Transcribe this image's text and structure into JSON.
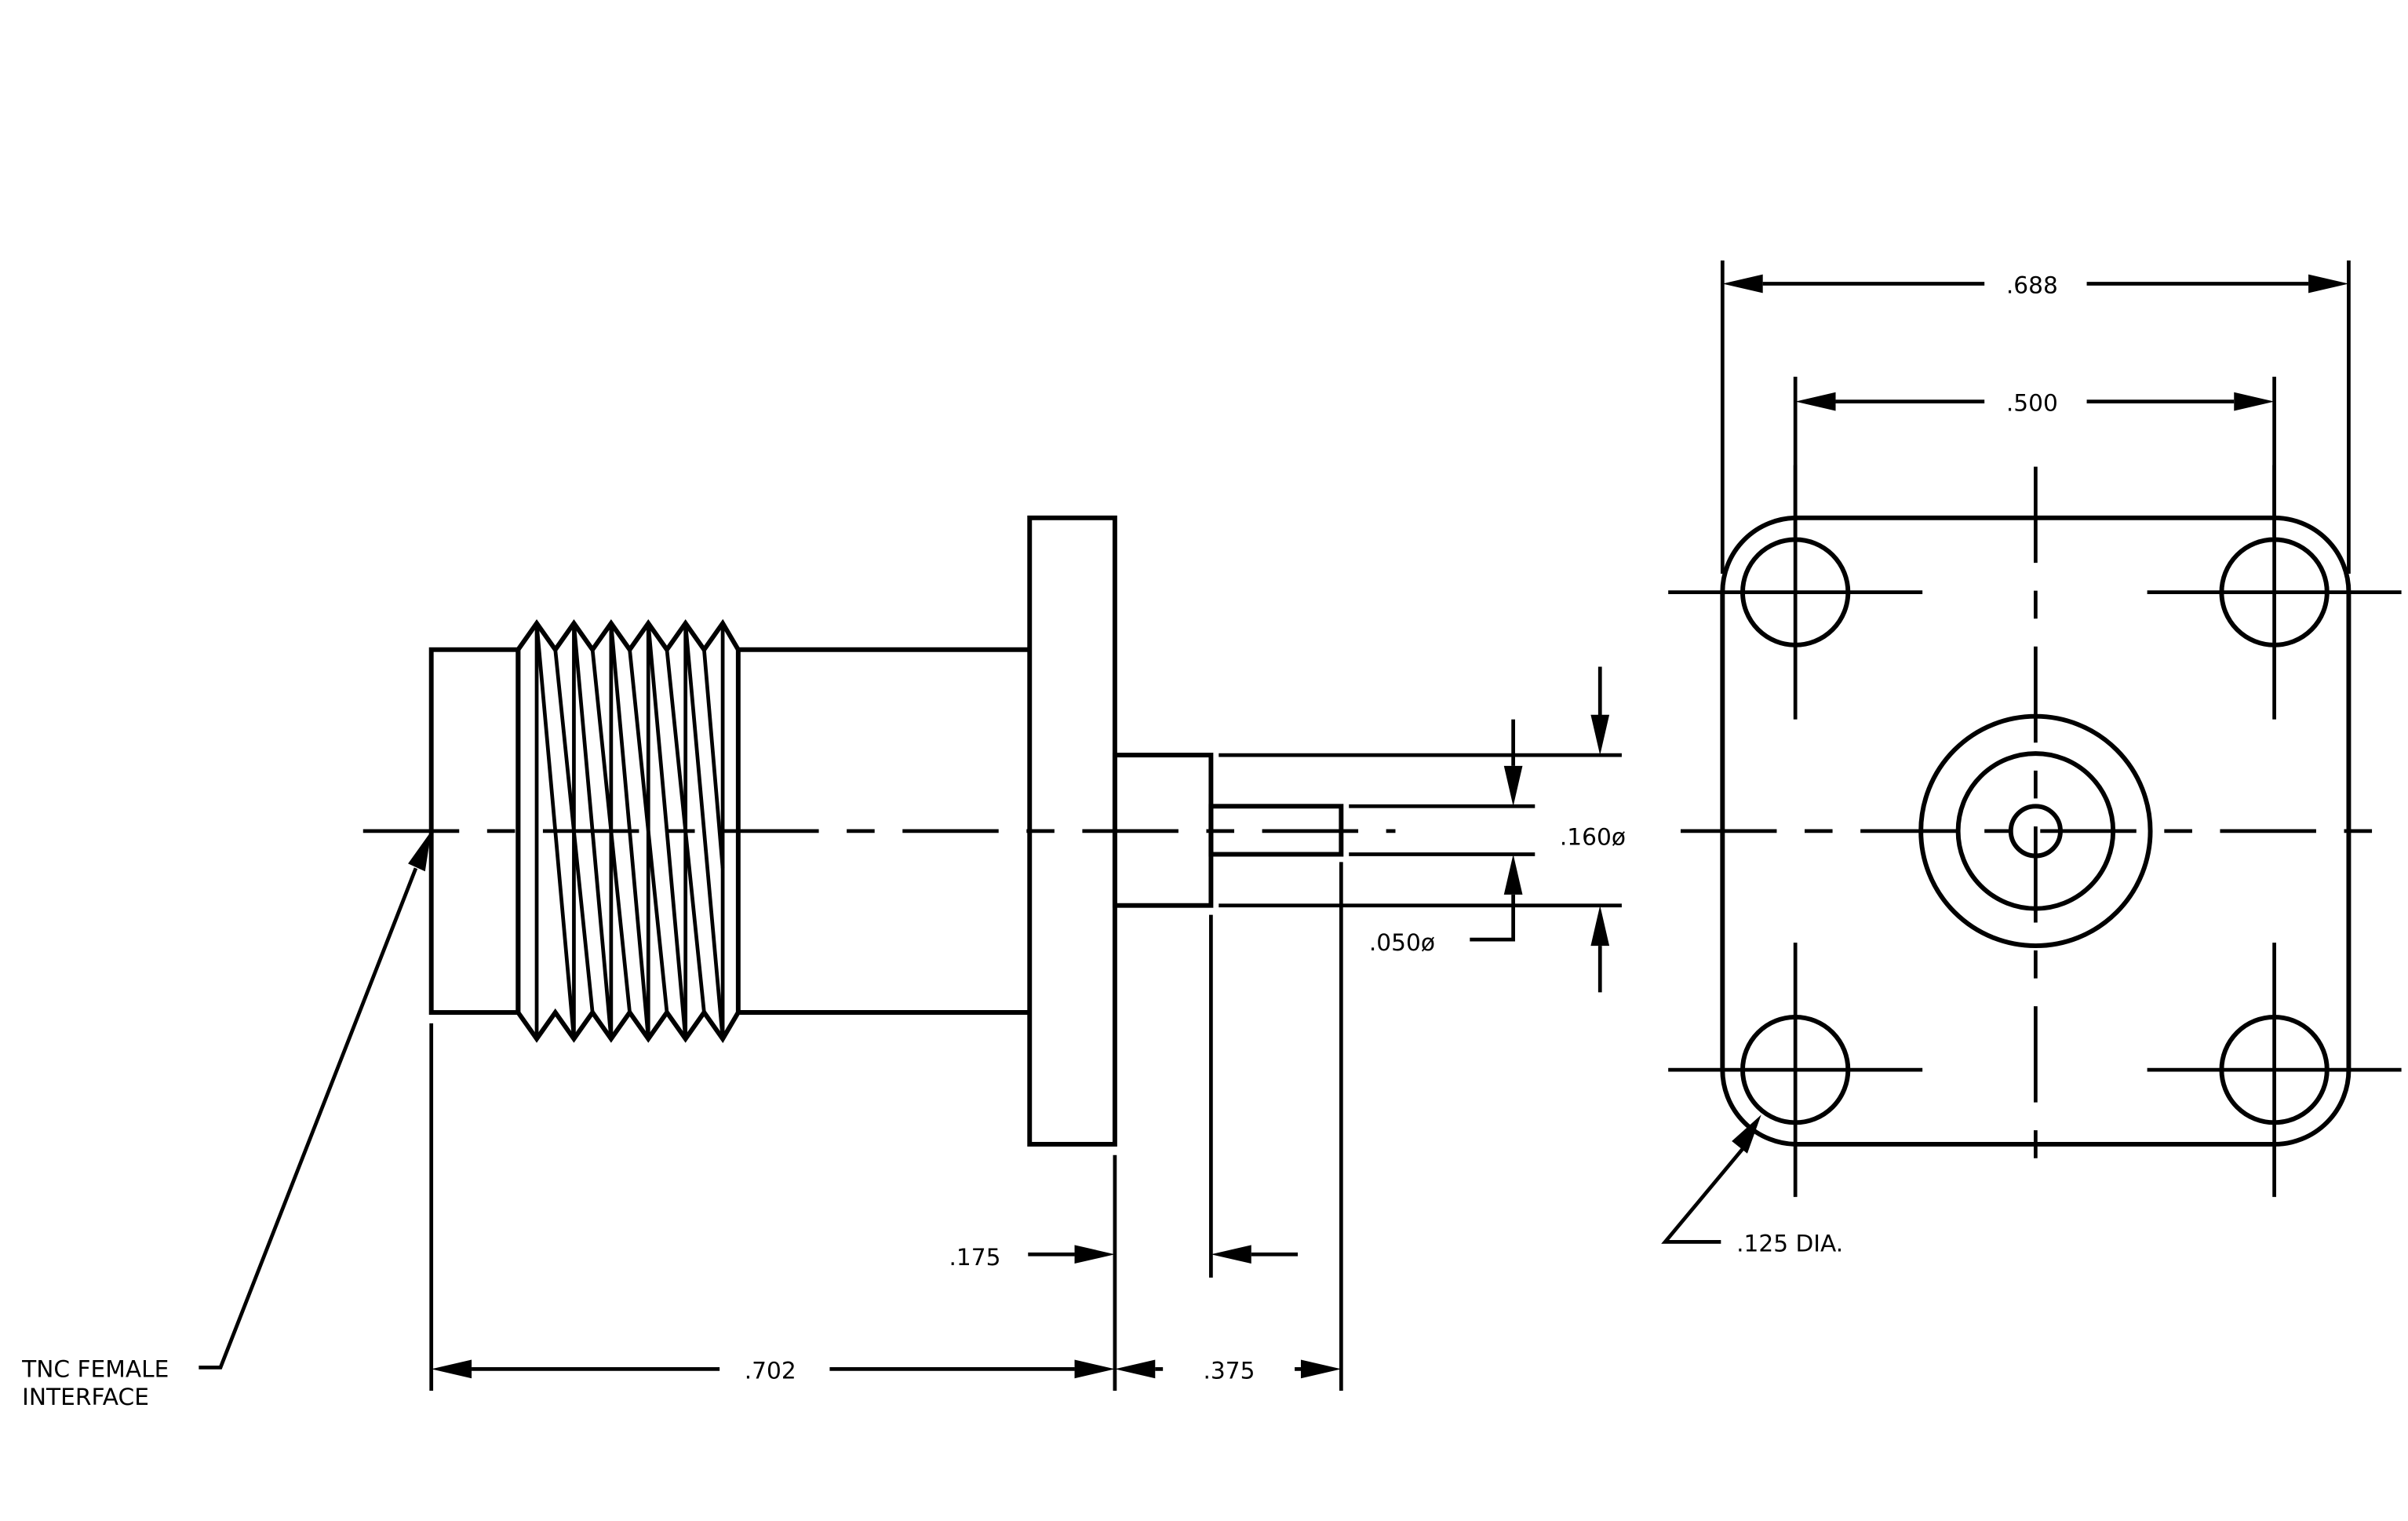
{
  "drawing": {
    "side_view": {
      "label_interface": [
        "TNC FEMALE",
        "INTERFACE"
      ],
      "dim_overall_body": ".702",
      "dim_flange_thickness": ".175",
      "dim_pin_extension": ".375",
      "dim_pin_shoulder_dia": ".160ø",
      "dim_pin_dia": ".050ø"
    },
    "front_view": {
      "dim_flange_width": ".688",
      "dim_hole_spacing": ".500",
      "dim_hole_dia": ".125 DIA."
    }
  }
}
